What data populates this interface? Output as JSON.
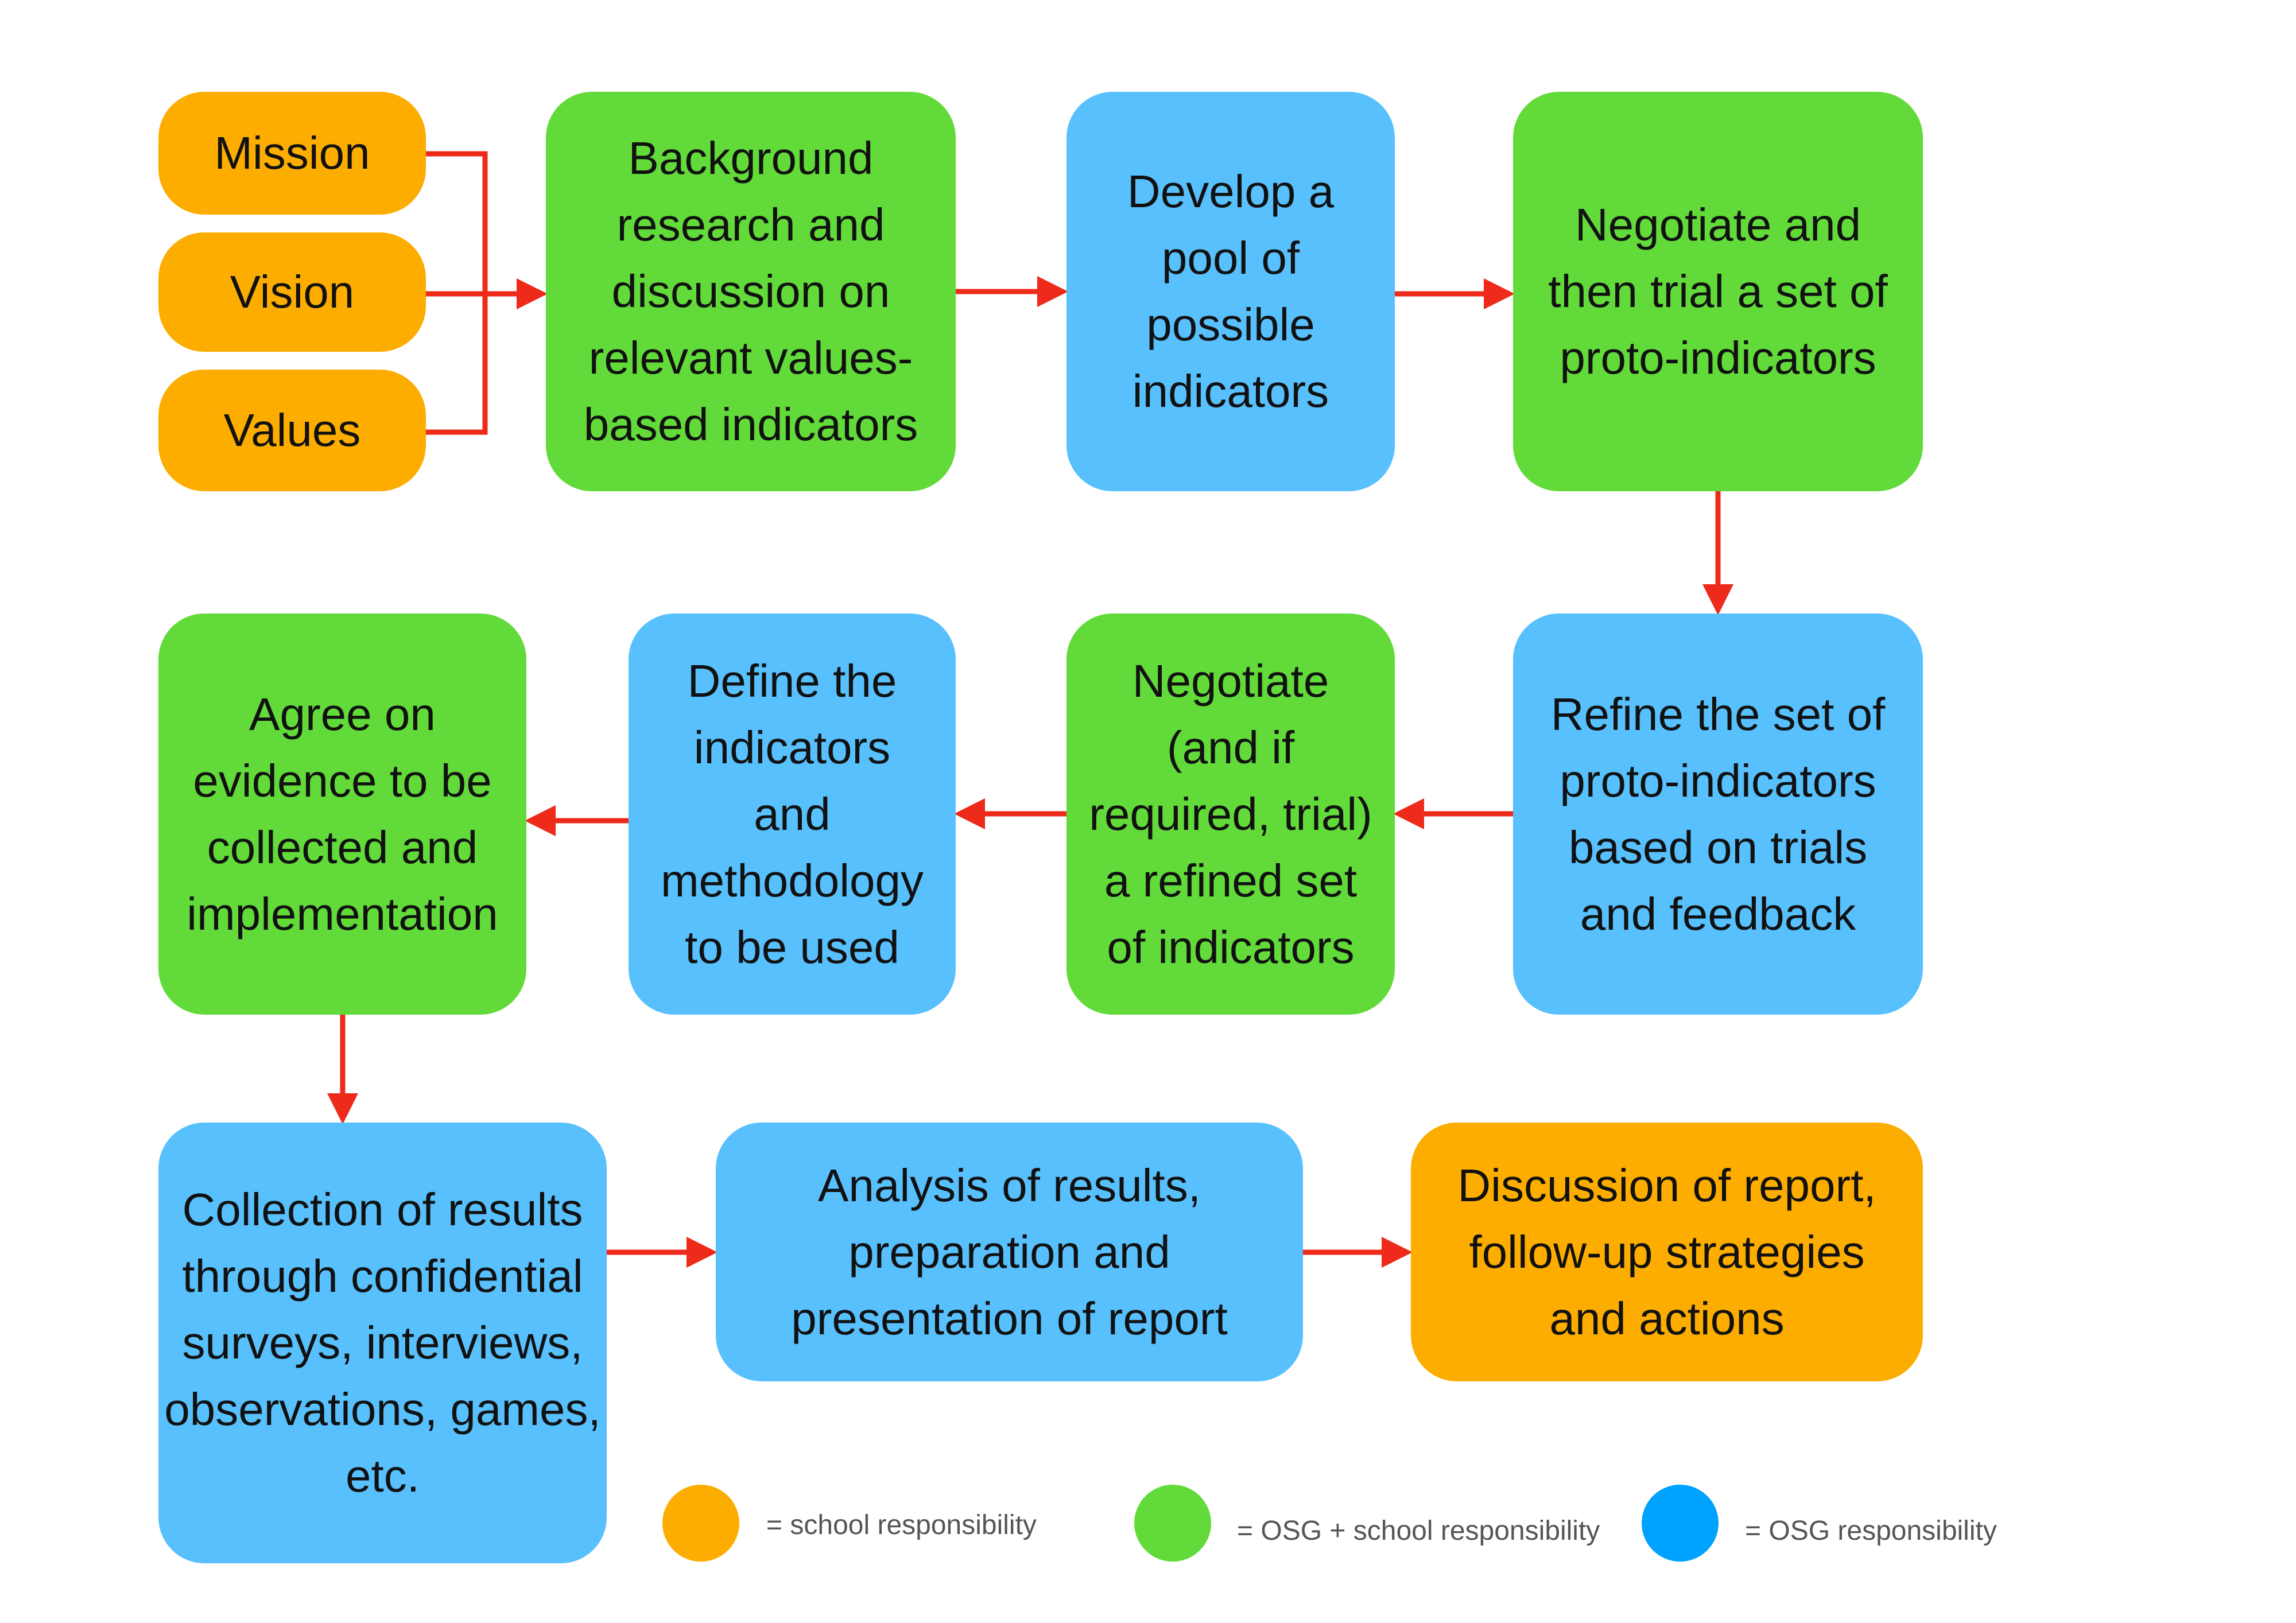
{
  "diagram": {
    "boxes": {
      "mission": "Mission",
      "vision": "Vision",
      "values": "Values",
      "background": "Background research and discussion on relevant values-based indicators",
      "develop": "Develop a pool of possible indicators",
      "negotiate_trial": "Negotiate and then trial a set of proto-indicators",
      "refine": "Refine the set of proto-indicators based on trials and feedback",
      "negotiate_refined": "Negotiate (and if required, trial) a refined set of indicators",
      "define": "Define the indicators and methodology to be used",
      "agree": "Agree on evidence to be collected and implementation",
      "collection": "Collection of results through confidential surveys, interviews, observations, games, etc.",
      "analysis": "Analysis of results, preparation and presentation of report",
      "discussion": "Discussion of report, follow-up strategies and actions"
    },
    "colors": {
      "school": "#FDAD00",
      "osg_school": "#62DA39",
      "osg": "#57C0FD",
      "legend_osg": "#00A2FF",
      "arrow": "#EE2A1B"
    }
  },
  "legend": [
    {
      "label": "= school responsibility",
      "color": "#FDAD00"
    },
    {
      "label": "= OSG + school responsibility",
      "color": "#62DA39"
    },
    {
      "label": "= OSG responsibility",
      "color": "#00A2FF"
    }
  ]
}
